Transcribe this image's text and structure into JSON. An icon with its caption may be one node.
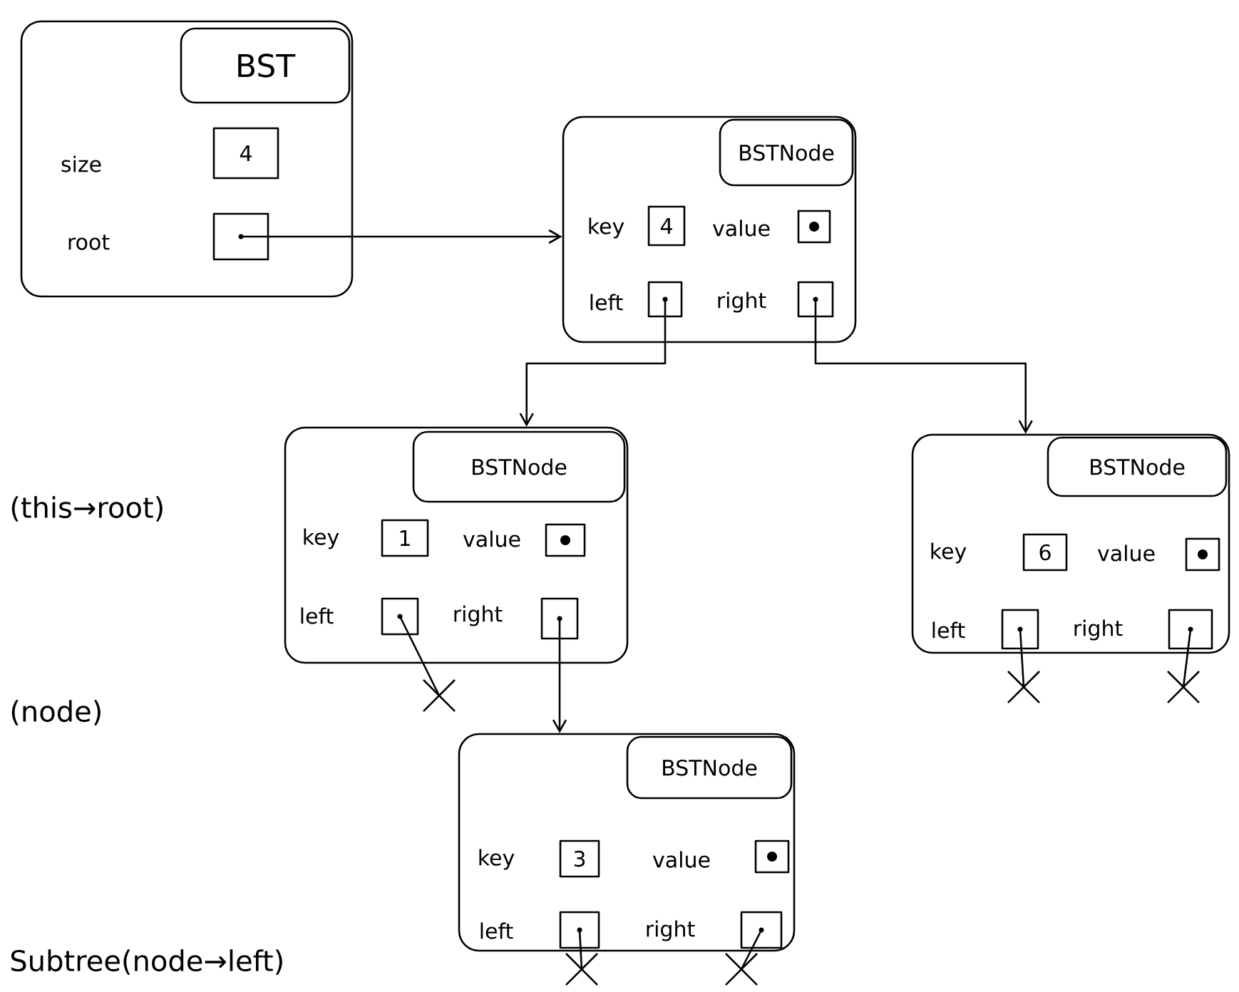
{
  "diagram": {
    "nodes": [
      {
        "text": [
          "BST",
          "size",
          "root"
        ]
      },
      {
        "text": [
          "4"
        ],
        "in": 0
      },
      {
        "text": [],
        "shape": "box",
        "in": 0
      },
      {
        "text": [
          "BSTNode",
          "key",
          "value",
          "left",
          "right"
        ]
      },
      {
        "text": [
          "4"
        ],
        "in": 3
      },
      {
        "text": [],
        "shape": "box",
        "in": 3
      },
      {
        "text": [],
        "shape": "box",
        "in": 3
      },
      {
        "text": [],
        "shape": "box",
        "in": 3
      },
      {
        "text": [
          "BSTNode",
          "key",
          "value",
          "left",
          "right"
        ]
      },
      {
        "text": [
          "1"
        ],
        "in": 8
      },
      {
        "text": [],
        "shape": "box",
        "in": 8
      },
      {
        "text": [],
        "shape": "box",
        "in": 8
      },
      {
        "text": [],
        "shape": "box",
        "in": 8
      },
      {
        "text": [
          "BSTNode",
          "key",
          "value",
          "left",
          "right"
        ]
      },
      {
        "text": [
          "6"
        ],
        "in": 13
      },
      {
        "text": [],
        "shape": "box",
        "in": 13
      },
      {
        "text": [],
        "shape": "box",
        "in": 13
      },
      {
        "text": [],
        "shape": "box",
        "in": 13
      },
      {
        "text": [
          "BSTNode",
          "key",
          "value",
          "left",
          "right"
        ]
      },
      {
        "text": [
          "3"
        ],
        "in": 18
      },
      {
        "text": [],
        "shape": "box",
        "in": 18
      },
      {
        "text": [],
        "shape": "box",
        "in": 18
      },
      {
        "text": [],
        "shape": "box",
        "in": 18
      },
      {
        "text": [],
        "shape": "cross"
      },
      {
        "text": [],
        "shape": "cross"
      },
      {
        "text": [],
        "shape": "cross"
      },
      {
        "text": [],
        "shape": "cross"
      },
      {
        "text": [],
        "shape": "cross"
      }
    ],
    "edges": [
      {
        "from": 2,
        "to": 3,
        "arrow": "to"
      },
      {
        "from": 6,
        "to": 8,
        "arrow": "to"
      },
      {
        "from": 7,
        "to": 13,
        "arrow": "to"
      },
      {
        "from": 11,
        "to": 23,
        "arrow": "none"
      },
      {
        "from": 12,
        "to": 18,
        "arrow": "to"
      },
      {
        "from": 16,
        "to": 24,
        "arrow": "none"
      },
      {
        "from": 17,
        "to": 25,
        "arrow": "none"
      },
      {
        "from": 21,
        "to": 26,
        "arrow": "none"
      },
      {
        "from": 22,
        "to": 27,
        "arrow": "none"
      }
    ],
    "labels": [
      "(this→root)",
      "(node)",
      "Subtree(node→left)"
    ]
  }
}
